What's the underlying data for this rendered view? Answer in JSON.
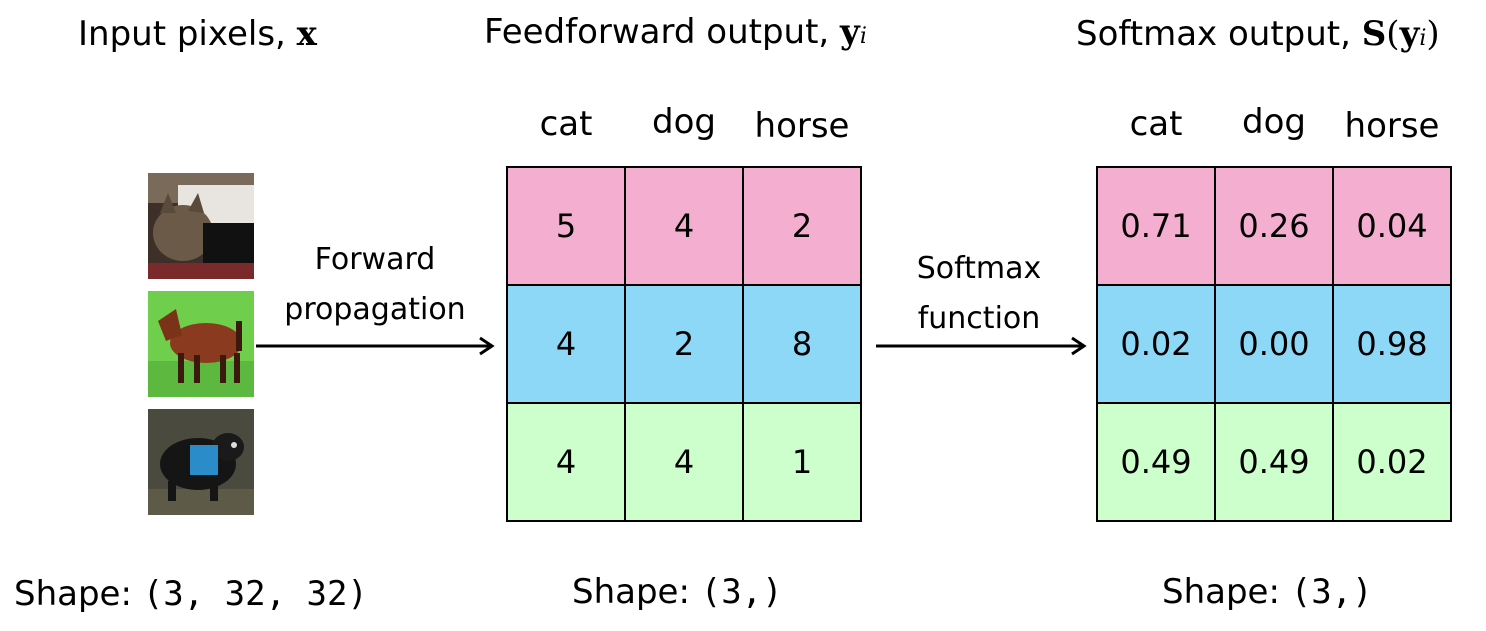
{
  "titles": {
    "input": "Input pixels, ",
    "input_sym": "x",
    "feedforward": "Feedforward output, ",
    "feedforward_sym": "y",
    "feedforward_sub": "i",
    "softmax": "Softmax output, ",
    "softmax_S": "S",
    "softmax_paren_open": "(",
    "softmax_sym": "y",
    "softmax_sub": "i",
    "softmax_paren_close": ")"
  },
  "images": [
    {
      "name": "cat-image",
      "colors": {
        "bg": "#4a3a30",
        "body": "#6b5a48",
        "accent": "#1a1410"
      }
    },
    {
      "name": "horse-image",
      "colors": {
        "bg": "#69c94a",
        "body": "#8a3a1f",
        "accent": "#3b1a0d"
      }
    },
    {
      "name": "dog-image",
      "colors": {
        "bg": "#4a4a3e",
        "body": "#151515",
        "accent": "#2a8cc8"
      }
    }
  ],
  "arrows": {
    "forward": {
      "line1": "Forward",
      "line2": "propagation"
    },
    "softmax": {
      "line1": "Softmax",
      "line2": "function"
    }
  },
  "feedforward": {
    "columns": [
      "cat",
      "dog",
      "horse"
    ],
    "rows": [
      {
        "color": "#f4aed0",
        "values": [
          "5",
          "4",
          "2"
        ]
      },
      {
        "color": "#8dd7f7",
        "values": [
          "4",
          "2",
          "8"
        ]
      },
      {
        "color": "#ccffcc",
        "values": [
          "4",
          "4",
          "1"
        ]
      }
    ]
  },
  "softmax_table": {
    "columns": [
      "cat",
      "dog",
      "horse"
    ],
    "rows": [
      {
        "color": "#f4aed0",
        "values": [
          "0.71",
          "0.26",
          "0.04"
        ]
      },
      {
        "color": "#8dd7f7",
        "values": [
          "0.02",
          "0.00",
          "0.98"
        ]
      },
      {
        "color": "#ccffcc",
        "values": [
          "0.49",
          "0.49",
          "0.02"
        ]
      }
    ]
  },
  "shapes": {
    "prefix": "Shape: ",
    "input": "(3, 32, 32)",
    "feedforward": "(3,)",
    "softmax": "(3,)"
  }
}
